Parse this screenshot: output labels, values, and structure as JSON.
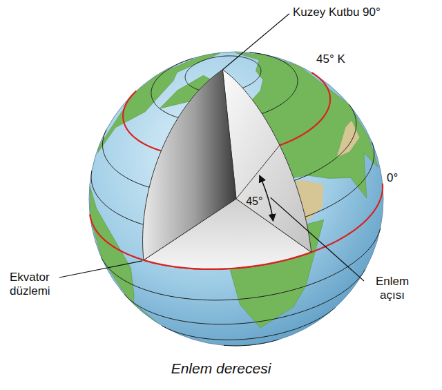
{
  "diagram": {
    "caption": "Enlem derecesi",
    "labels": [
      "Kuzey Kutbu 90°",
      "45° K",
      "0°",
      "45°",
      "Ekvator düzlemi",
      "Enlem açısı"
    ]
  }
}
